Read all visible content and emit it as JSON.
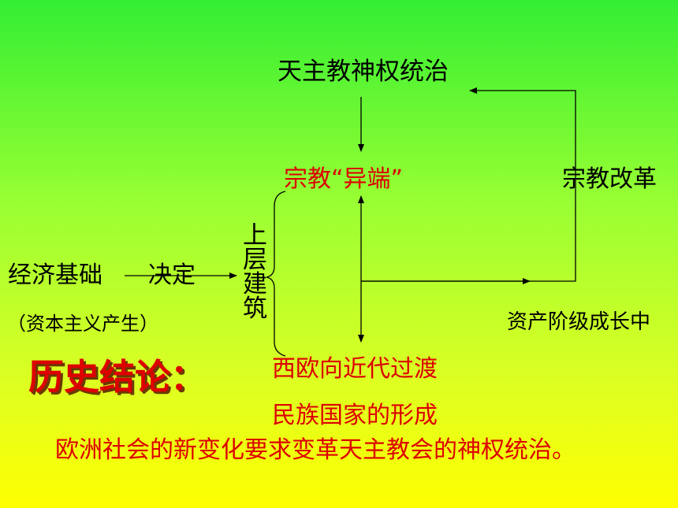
{
  "nodes": {
    "top": "天主教神权统治",
    "heresy": "宗教“异端”",
    "reform": "宗教改革",
    "economic_base": "经济基础",
    "decides": "决定",
    "superstructure": "上层建筑",
    "capitalism": "（资本主义产生）",
    "bourgeoisie": "资产阶级成长中"
  },
  "conclusion": {
    "title": "历史结论：",
    "transition": "西欧向近代过渡",
    "nation": "民族国家的形成",
    "summary": "欧洲社会的新变化要求变革天主教会的神权统治。"
  },
  "colors": {
    "red": "#dd0000",
    "black": "#000000",
    "bg_top": "#33ee33",
    "bg_bottom": "#ffff00"
  }
}
